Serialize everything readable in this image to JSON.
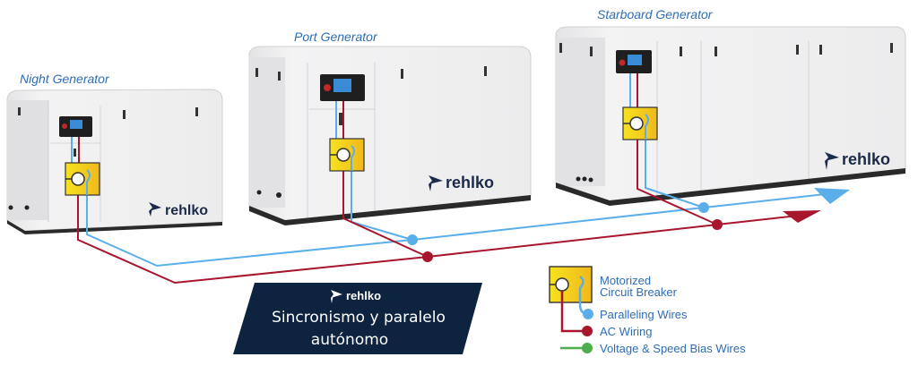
{
  "generators": [
    {
      "label": "Night Generator",
      "brand": "rehlko"
    },
    {
      "label": "Port Generator",
      "brand": "rehlko"
    },
    {
      "label": "Starboard Generator",
      "brand": "rehlko"
    }
  ],
  "banner": {
    "brand": "rehlko",
    "title_line1": "Sincronismo y paralelo",
    "title_line2": "autónomo",
    "color": "#0e2340"
  },
  "legend": {
    "breaker": "Motorized Circuit Breaker",
    "breaker_line1": "Motorized",
    "breaker_line2": "Circuit Breaker",
    "items": [
      {
        "label": "Paralleling Wires",
        "color": "#5aaeea"
      },
      {
        "label": "AC Wiring",
        "color": "#a8162e"
      },
      {
        "label": "Voltage & Speed Bias Wires",
        "color": "#4cae4c"
      }
    ]
  },
  "colors": {
    "paralleling": "#5aaeea",
    "ac": "#a8162e",
    "bias": "#4cae4c",
    "breaker": "#f2d21a",
    "label": "#2f6db5"
  }
}
